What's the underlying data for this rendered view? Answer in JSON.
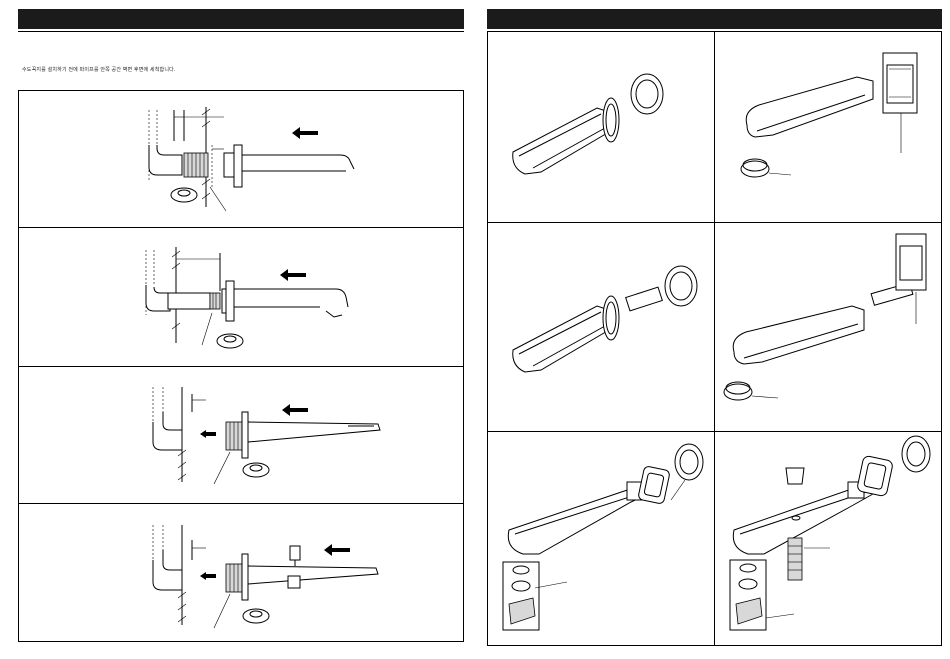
{
  "left_page": {
    "header_title": "",
    "intro_note": "수도꼭지를 설치하기 전에 파이프를 안쪽 공간 벽면 후면에 세척합니다."
  },
  "right_page": {
    "header_title": ""
  },
  "figures": {
    "left": [
      "wall-pipe-threaded-spout",
      "wall-pipe-extension-spout",
      "wall-elbow-flat-spout",
      "wall-elbow-diverter-spout"
    ],
    "right": [
      "spout-with-escutcheon",
      "spout-with-square-plate",
      "spout-with-extension-escutcheon",
      "spout-with-extension-square-plate",
      "flat-spout-with-square-plate-parts",
      "flat-spout-with-diverter-parts"
    ]
  }
}
